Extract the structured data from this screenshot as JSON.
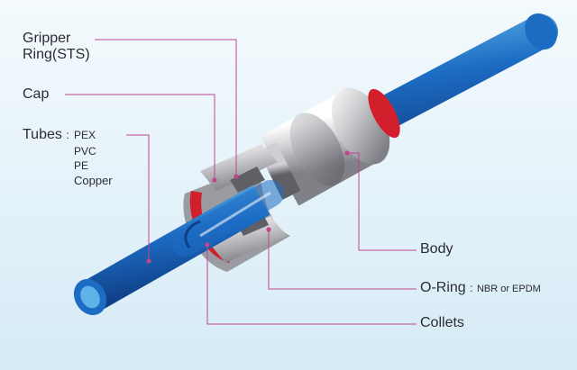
{
  "labels": {
    "gripper_line1": "Gripper",
    "gripper_line2": "Ring(STS)",
    "cap": "Cap",
    "tubes": "Tubes",
    "tubes_colon": ":",
    "tube_types": [
      "PEX",
      "PVC",
      "PE",
      "Copper"
    ],
    "body": "Body",
    "oring": "O-Ring",
    "oring_colon": ":",
    "oring_material": "NBR or EPDM",
    "collets": "Collets"
  },
  "colors": {
    "tube_blue": "#1d6cc4",
    "tube_inner": "#5fb3e8",
    "body_gray": "#d3d3d6",
    "seal_red": "#d21f2c",
    "leader_pink": "#c0478e",
    "background_top": "#f4fafd",
    "background_bottom": "#d6ebf6"
  }
}
